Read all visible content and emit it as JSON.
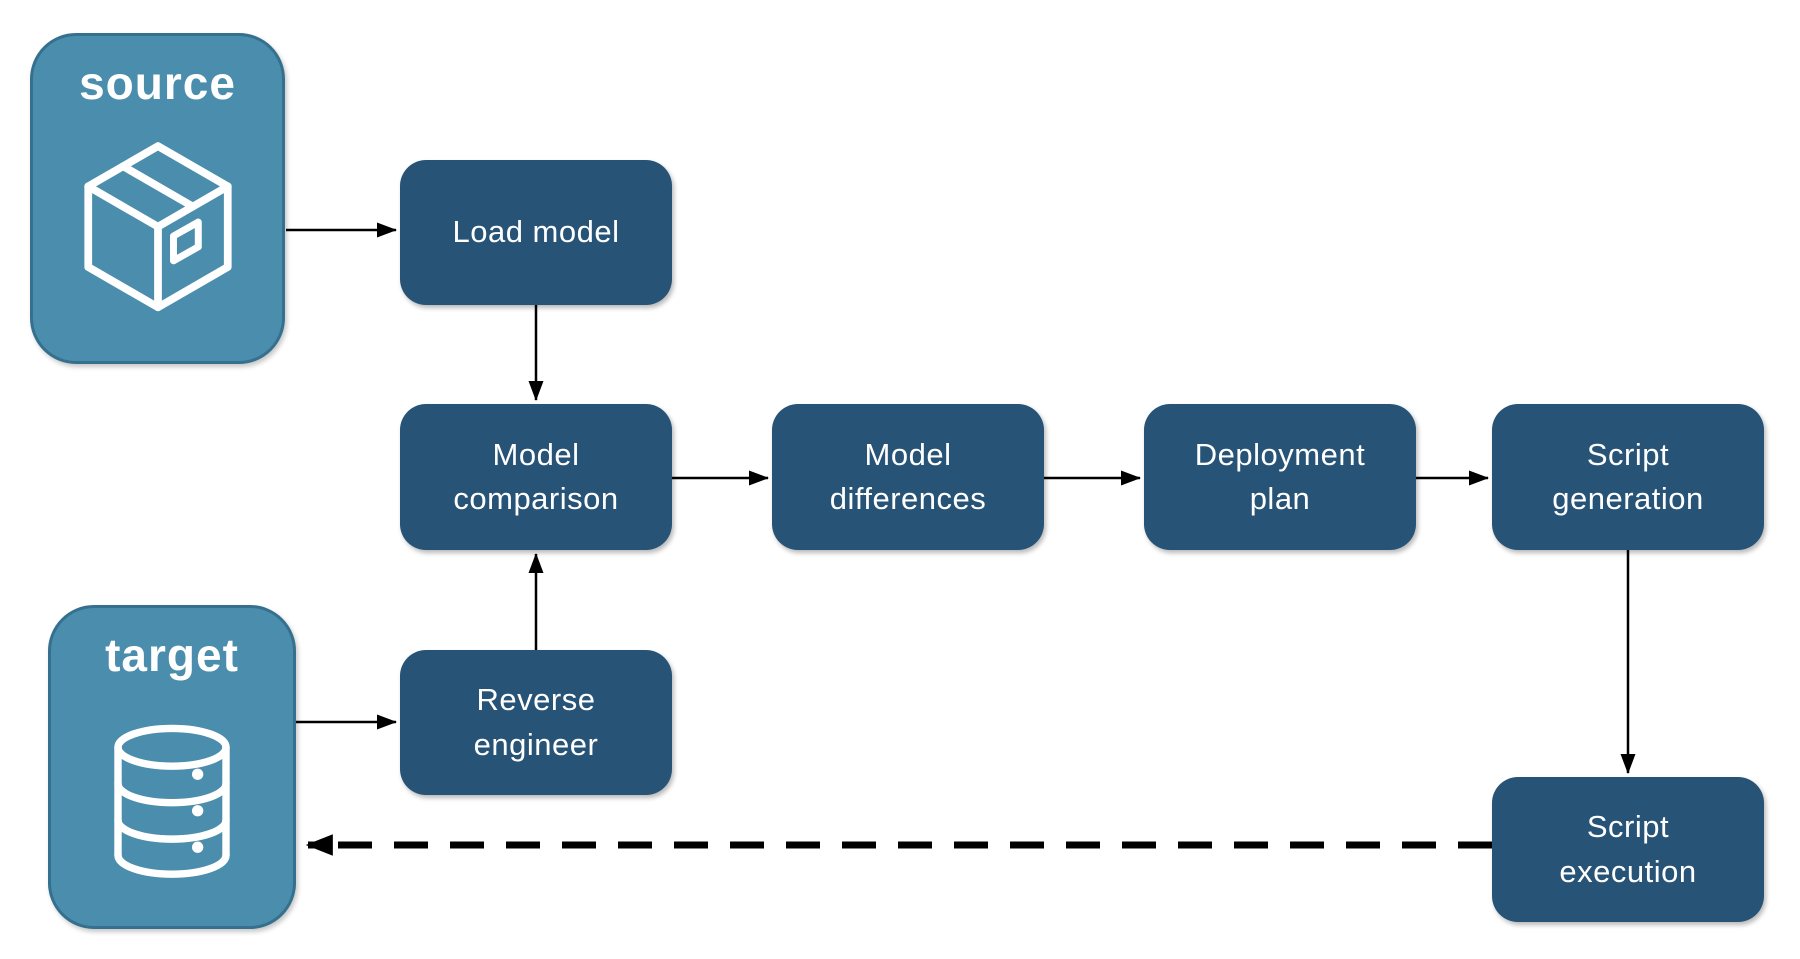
{
  "diagram": {
    "title": "Database deployment pipeline flowchart",
    "colors": {
      "background": "#ffffff",
      "container_fill": "#4a8dac",
      "container_border": "#35708e",
      "node_fill": "#275377",
      "node_text": "#ffffff",
      "arrow": "#000000"
    },
    "containers": [
      {
        "id": "source",
        "label": "source",
        "icon": "package-icon"
      },
      {
        "id": "target",
        "label": "target",
        "icon": "database-icon"
      }
    ],
    "nodes": [
      {
        "id": "load-model",
        "label": "Load model"
      },
      {
        "id": "model-comparison",
        "label": "Model\ncomparison"
      },
      {
        "id": "model-differences",
        "label": "Model\ndifferences"
      },
      {
        "id": "deployment-plan",
        "label": "Deployment\nplan"
      },
      {
        "id": "script-generation",
        "label": "Script\ngeneration"
      },
      {
        "id": "reverse-engineer",
        "label": "Reverse\nengineer"
      },
      {
        "id": "script-execution",
        "label": "Script\nexecution"
      }
    ],
    "edges": [
      {
        "from": "source",
        "to": "load-model",
        "style": "solid"
      },
      {
        "from": "load-model",
        "to": "model-comparison",
        "style": "solid"
      },
      {
        "from": "model-comparison",
        "to": "model-differences",
        "style": "solid"
      },
      {
        "from": "model-differences",
        "to": "deployment-plan",
        "style": "solid"
      },
      {
        "from": "deployment-plan",
        "to": "script-generation",
        "style": "solid"
      },
      {
        "from": "script-generation",
        "to": "script-execution",
        "style": "solid"
      },
      {
        "from": "target",
        "to": "reverse-engineer",
        "style": "solid"
      },
      {
        "from": "reverse-engineer",
        "to": "model-comparison",
        "style": "solid"
      },
      {
        "from": "script-execution",
        "to": "target",
        "style": "dashed"
      }
    ]
  }
}
